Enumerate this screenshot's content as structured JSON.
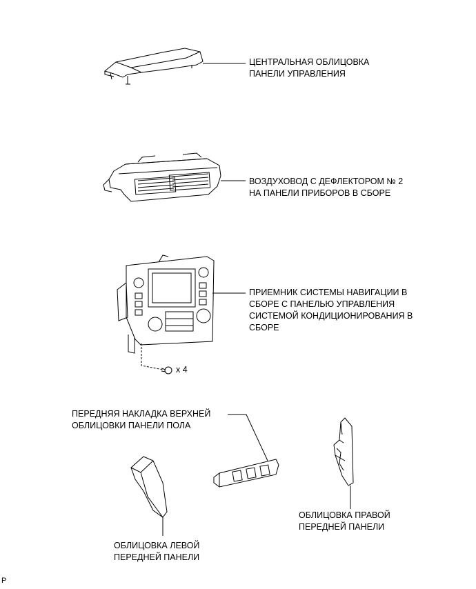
{
  "labels": {
    "center_cover": [
      "ЦЕНТРАЛЬНАЯ ОБЛИЦОВКА",
      "ПАНЕЛИ УПРАВЛЕНИЯ"
    ],
    "air_duct": [
      "ВОЗДУХОВОД С ДЕФЛЕКТОРОМ № 2",
      "НА ПАНЕЛИ ПРИБОРОВ В СБОРЕ"
    ],
    "navigation_receiver": [
      "ПРИЕМНИК СИСТЕМЫ НАВИГАЦИИ В",
      "СБОРЕ С ПАНЕЛЬЮ УПРАВЛЕНИЯ",
      "СИСТЕМОЙ КОНДИЦИОНИРОВАНИЯ В",
      "СБОРЕ"
    ],
    "screw_qty": "x 4",
    "front_console_panel": [
      "ПЕРЕДНЯЯ НАКЛАДКА ВЕРХНЕЙ",
      "ОБЛИЦОВКИ ПАНЕЛИ ПОЛА"
    ],
    "right_front_panel": [
      "ОБЛИЦОВКА ПРАВОЙ",
      "ПЕРЕДНЕЙ ПАНЕЛИ"
    ],
    "left_front_panel": [
      "ОБЛИЦОВКА ЛЕВОЙ",
      "ПЕРЕДНЕЙ ПАНЕЛИ"
    ]
  },
  "corner_mark": "P"
}
